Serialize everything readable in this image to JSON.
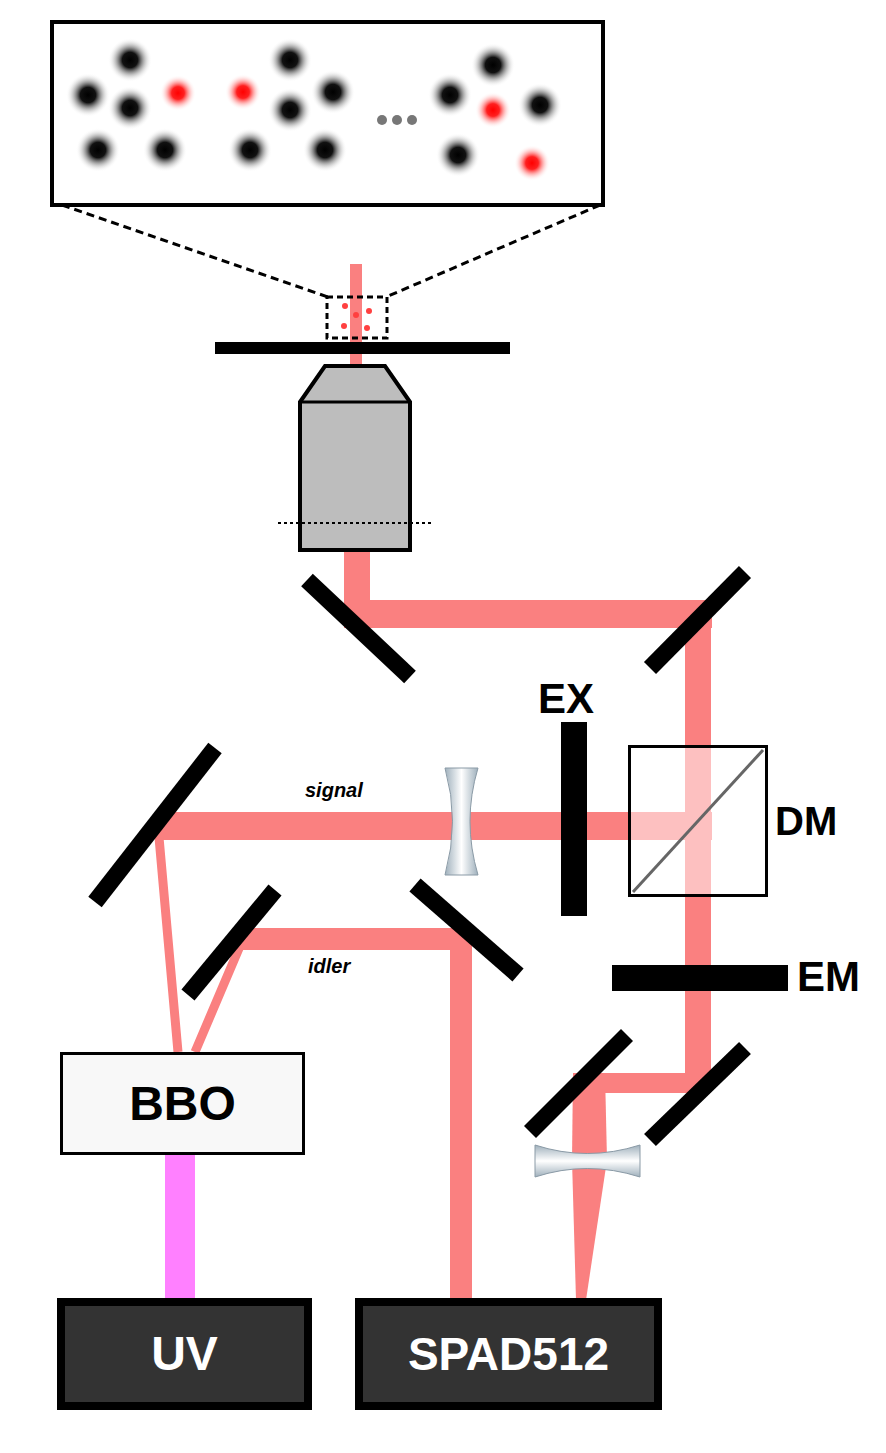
{
  "diagram": {
    "nodes": [
      {
        "text": [
          "DM"
        ]
      },
      {
        "text": [
          "BBO"
        ]
      },
      {
        "text": [
          "UV"
        ]
      },
      {
        "text": [
          "SPAD512"
        ]
      }
    ],
    "edges": [
      {
        "from": 2,
        "to": 1,
        "arrow": "none"
      },
      {
        "from": 1,
        "to": 0,
        "arrow": "none",
        "label": "signal"
      },
      {
        "from": 1,
        "to": 3,
        "arrow": "none",
        "label": "idler"
      },
      {
        "from": 0,
        "to": 3,
        "arrow": "none"
      }
    ],
    "labels": [
      "EX",
      "EM"
    ]
  }
}
